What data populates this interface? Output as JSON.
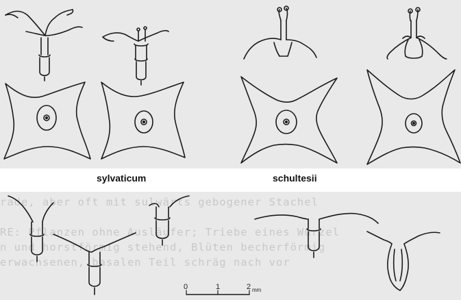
{
  "captions": {
    "left": "sylvaticum",
    "right": "schultesii"
  },
  "scale_bar": {
    "ticks": [
      "0",
      "1",
      "2"
    ],
    "unit": "mm"
  },
  "background_text": {
    "top": [
      "",
      "",
      "",
      "",
      "",
      "",
      "",
      "",
      "",
      "",
      ""
    ],
    "bottom": [
      "rade, aber oft mit sulwärts gebogener Stachel",
      "",
      "RE: Pflanzen ohne Ausläufer; Triebe eines Wurzel",
      "n und horstförmig stehend, Blüten becherförmig",
      "erwachsenen, basalen Teil schräg nach vor"
    ]
  }
}
